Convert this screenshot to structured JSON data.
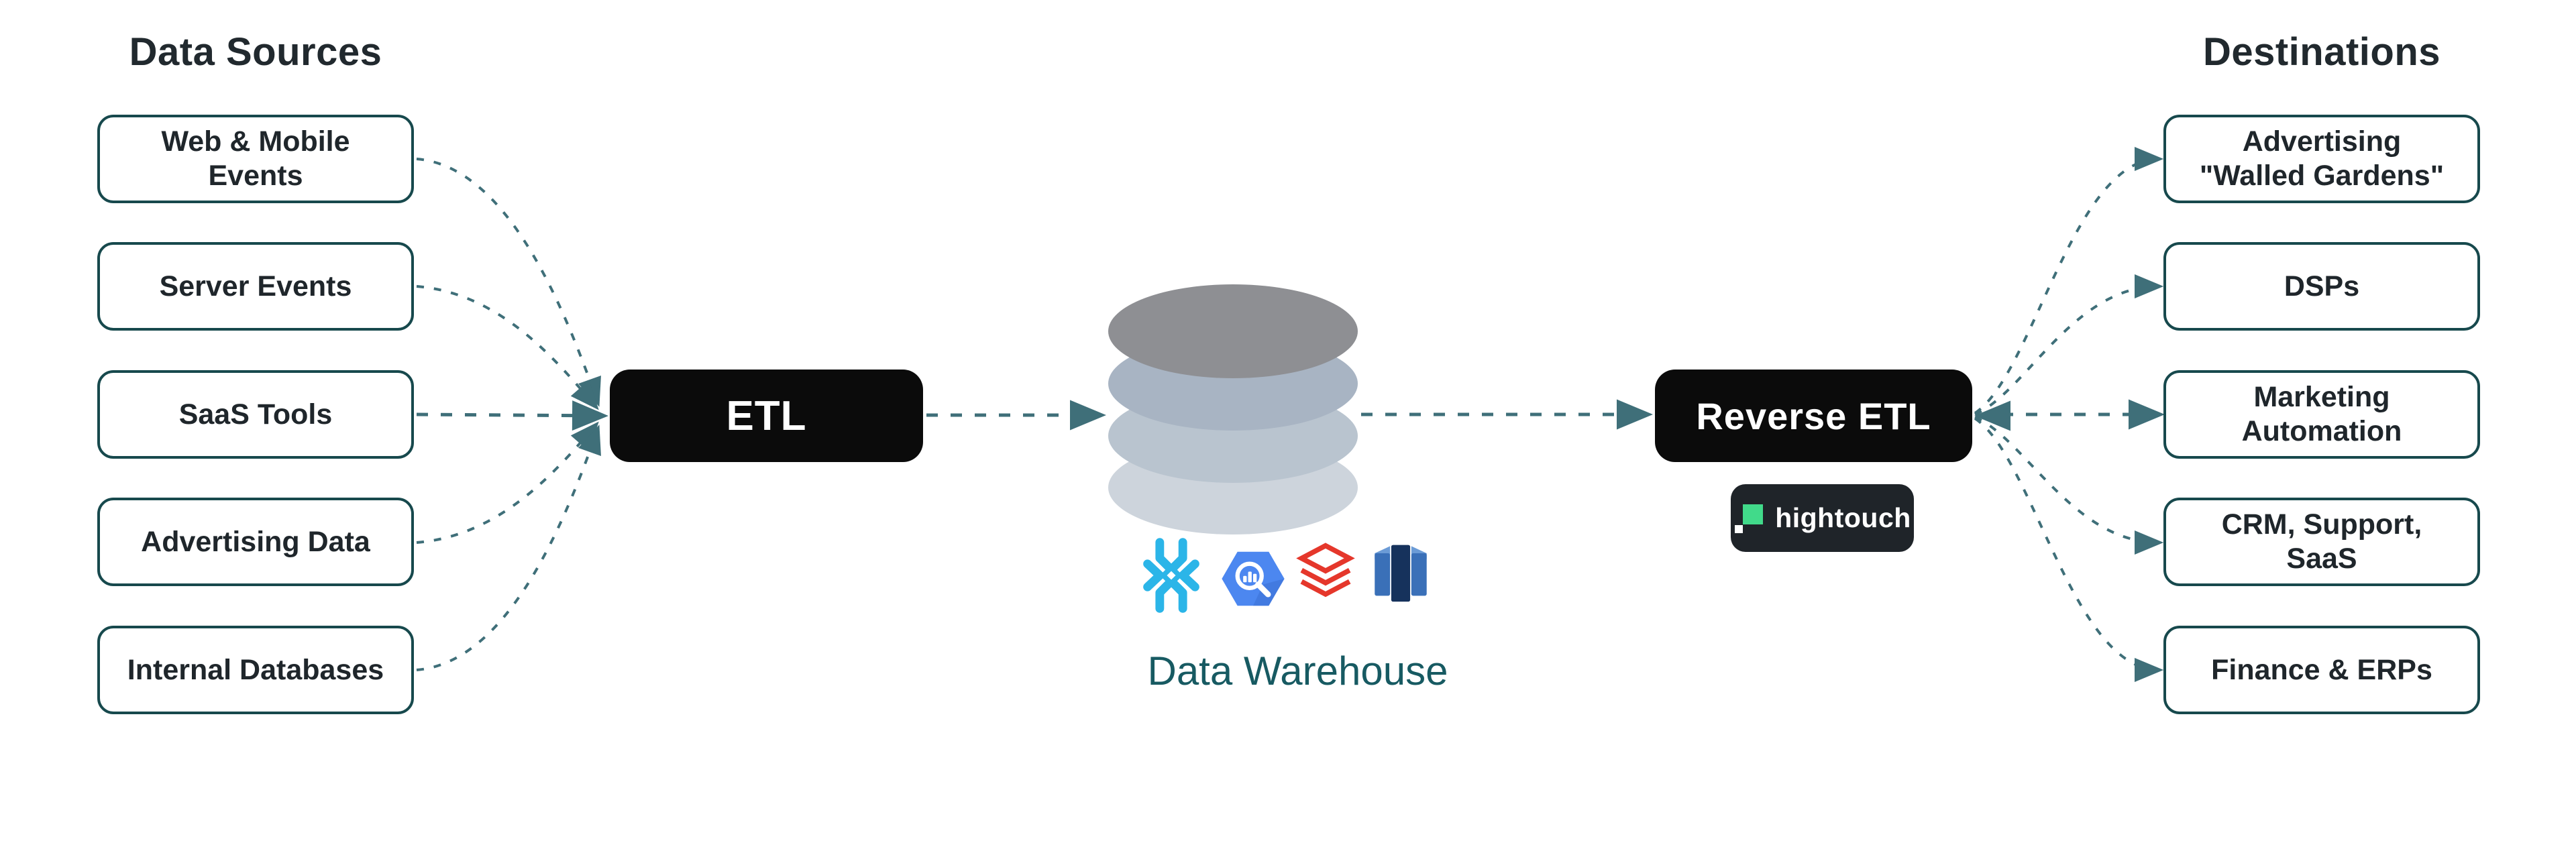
{
  "diagram": {
    "sources": {
      "title": "Data Sources",
      "items": [
        "Web & Mobile Events",
        "Server Events",
        "SaaS Tools",
        "Advertising Data",
        "Internal Databases"
      ]
    },
    "etl": {
      "label": "ETL"
    },
    "warehouse": {
      "label": "Data Warehouse",
      "icons": [
        "snowflake-icon",
        "bigquery-icon",
        "databricks-icon",
        "redshift-icon"
      ]
    },
    "reverse_etl": {
      "label": "Reverse ETL",
      "vendor": "hightouch"
    },
    "destinations": {
      "title": "Destinations",
      "items": [
        "Advertising \"Walled Gardens\"",
        "DSPs",
        "Marketing Automation",
        "CRM, Support, SaaS",
        "Finance & ERPs"
      ]
    }
  },
  "colors": {
    "connector_teal": "#3f6f79",
    "node_border_teal": "#17494d",
    "node_black": "#0b0b0b",
    "warehouse_label_teal": "#175a62",
    "hightouch_green": "#41da8a",
    "snowflake_blue": "#2bb5e8",
    "bigquery_blue": "#4c87f0",
    "databricks_red": "#e5372b",
    "redshift_navy": "#16325c"
  }
}
